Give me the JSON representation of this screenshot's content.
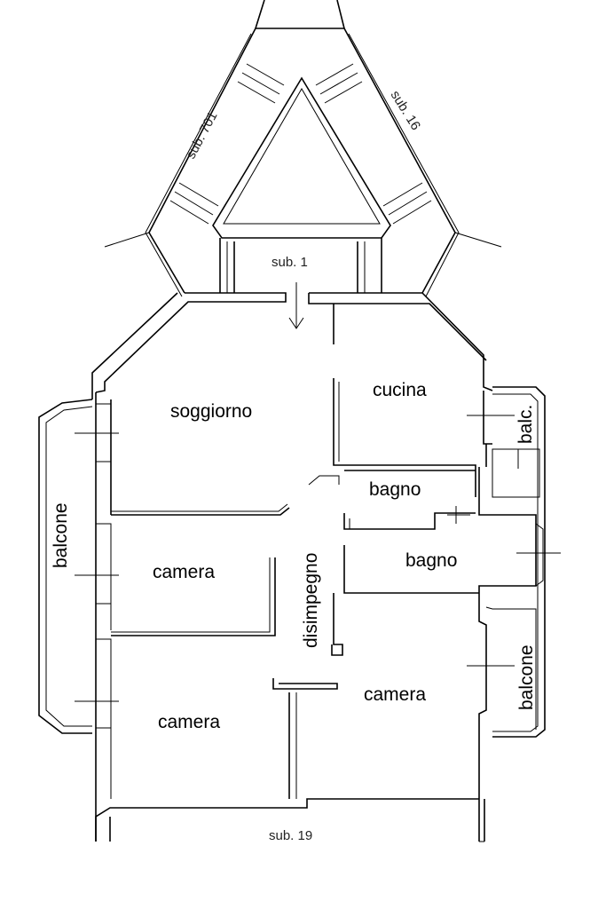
{
  "labels": {
    "sub_701": "sub. 701",
    "sub_16": "sub. 16",
    "sub_1": "sub. 1",
    "sub_19": "sub. 19",
    "soggiorno": "soggiorno",
    "cucina": "cucina",
    "balc": "balc.",
    "balcone_left": "balcone",
    "bagno_small": "bagno",
    "bagno_large": "bagno",
    "camera_mid": "camera",
    "disimpegno": "disimpegno",
    "camera_bottom_left": "camera",
    "camera_right": "camera",
    "balcone_right": "balcone"
  }
}
